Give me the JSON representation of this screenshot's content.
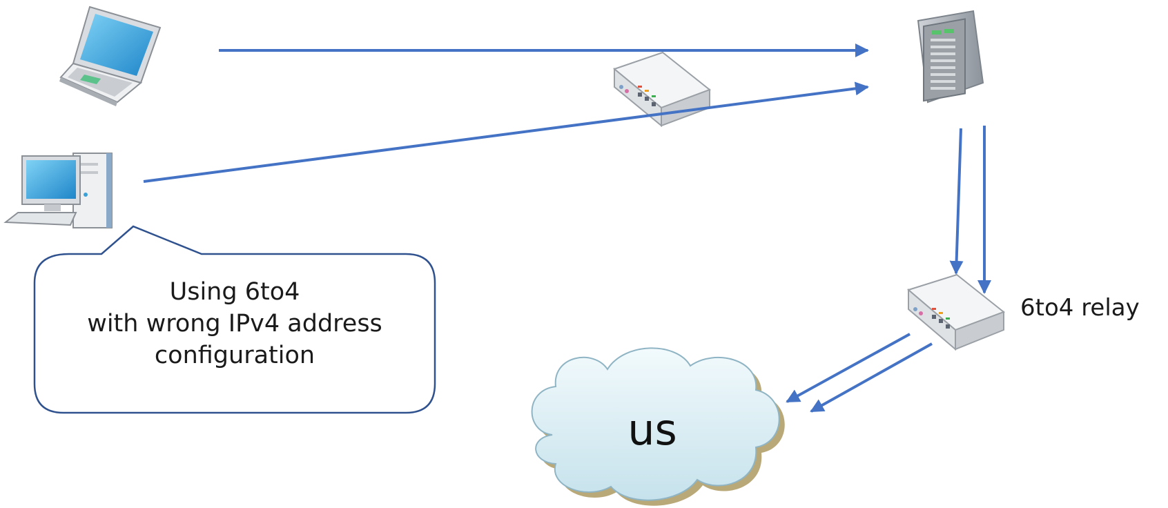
{
  "callout": {
    "line1": "Using 6to4",
    "line2": "with wrong IPv4 address",
    "line3": "configuration"
  },
  "relay": {
    "label": "6to4 relay"
  },
  "cloud": {
    "label": "us"
  },
  "colors": {
    "arrow": "#4472c4",
    "callout_border": "#2f528f",
    "cloud_fill": "#dbeef4",
    "cloud_shadow": "#b9a878"
  },
  "icons": {
    "laptop": "laptop-icon",
    "desktop": "desktop-computer-icon",
    "router_middle": "router-icon",
    "server": "server-icon",
    "relay_router": "router-icon",
    "cloud": "cloud-icon"
  }
}
